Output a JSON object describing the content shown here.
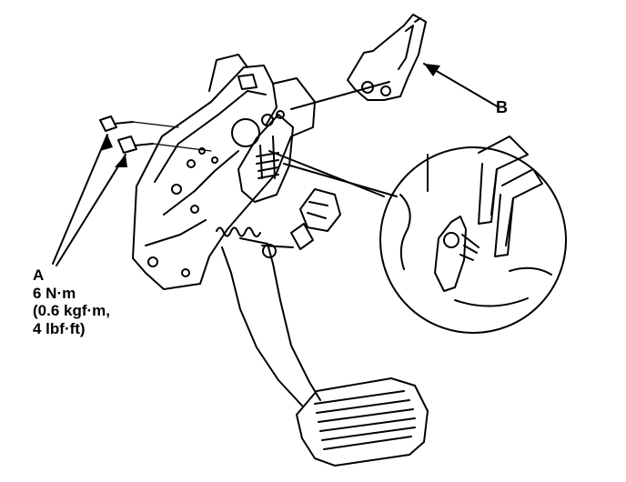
{
  "callouts": {
    "a": {
      "letter": "A",
      "torque_nm": "6 N·m",
      "torque_kgf": "(0.6 kgf·m,",
      "torque_lbf": "4 lbf·ft)"
    },
    "b": {
      "letter": "B"
    }
  },
  "colors": {
    "ink": "#000000",
    "paper": "#ffffff"
  }
}
